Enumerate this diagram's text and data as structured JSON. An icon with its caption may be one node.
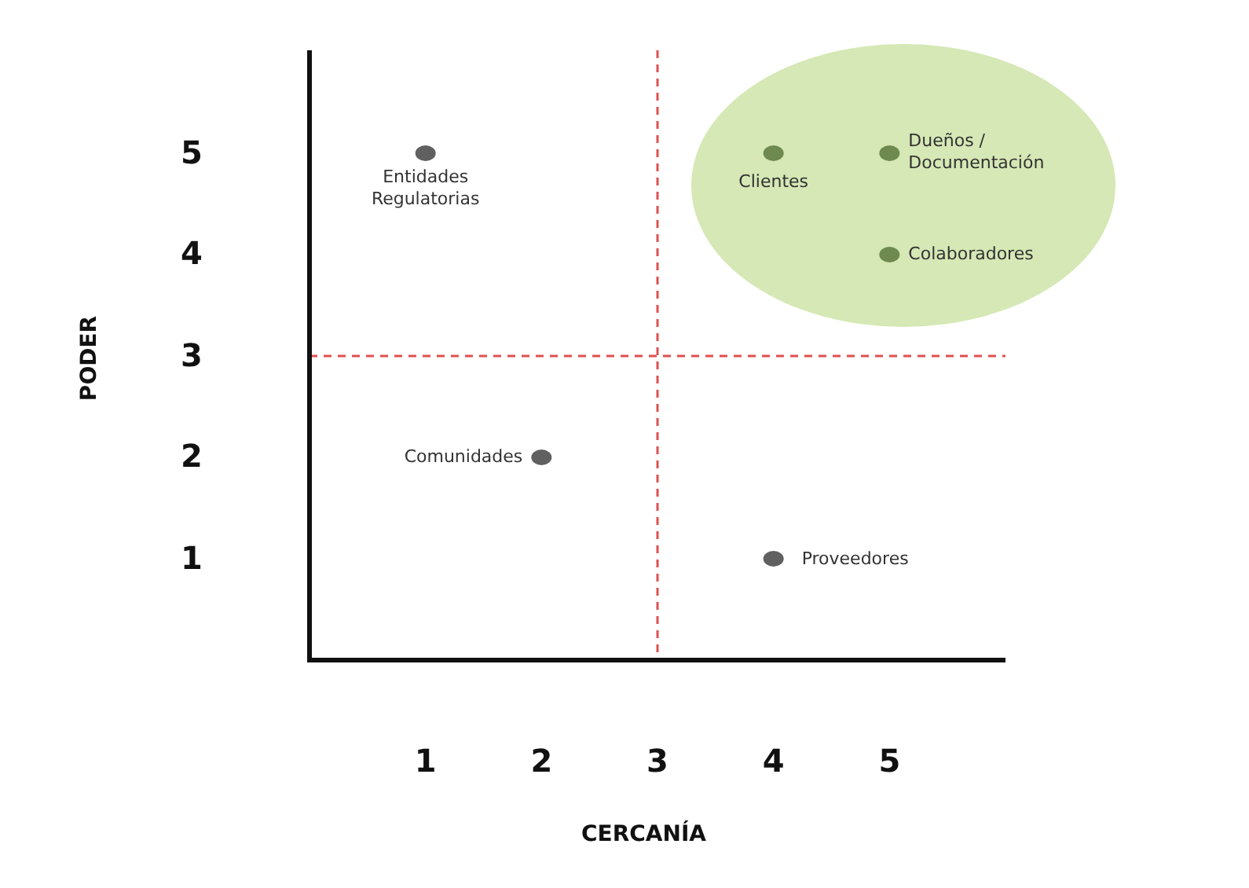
{
  "diagram": {
    "chart_data": {
      "type": "scatter",
      "xlabel": "CERCANÍA",
      "ylabel": "PODER",
      "xlim": [
        0,
        6
      ],
      "ylim": [
        0,
        6
      ],
      "xticks": [
        1,
        2,
        3,
        4,
        5
      ],
      "yticks": [
        1,
        2,
        3,
        4,
        5
      ],
      "x": [
        1,
        4,
        5,
        5,
        2,
        4
      ],
      "series": [
        {
          "color": "#606060",
          "values": [
            5,
            null,
            null,
            null,
            2,
            1
          ]
        },
        {
          "color": "#6f8a50",
          "values": [
            null,
            5,
            5,
            4,
            null,
            null
          ]
        }
      ],
      "annotations": [
        {
          "x": 1,
          "y": 5,
          "text": "Entidades Regulatorias"
        },
        {
          "x": 4,
          "y": 5,
          "text": "Clientes"
        },
        {
          "x": 5,
          "y": 5,
          "text": "Dueños / Documentación"
        },
        {
          "x": 5,
          "y": 4,
          "text": "Colaboradores"
        },
        {
          "x": 2,
          "y": 2,
          "text": "Comunidades"
        },
        {
          "x": 4,
          "y": 1,
          "text": "Proveedores"
        }
      ]
    }
  }
}
